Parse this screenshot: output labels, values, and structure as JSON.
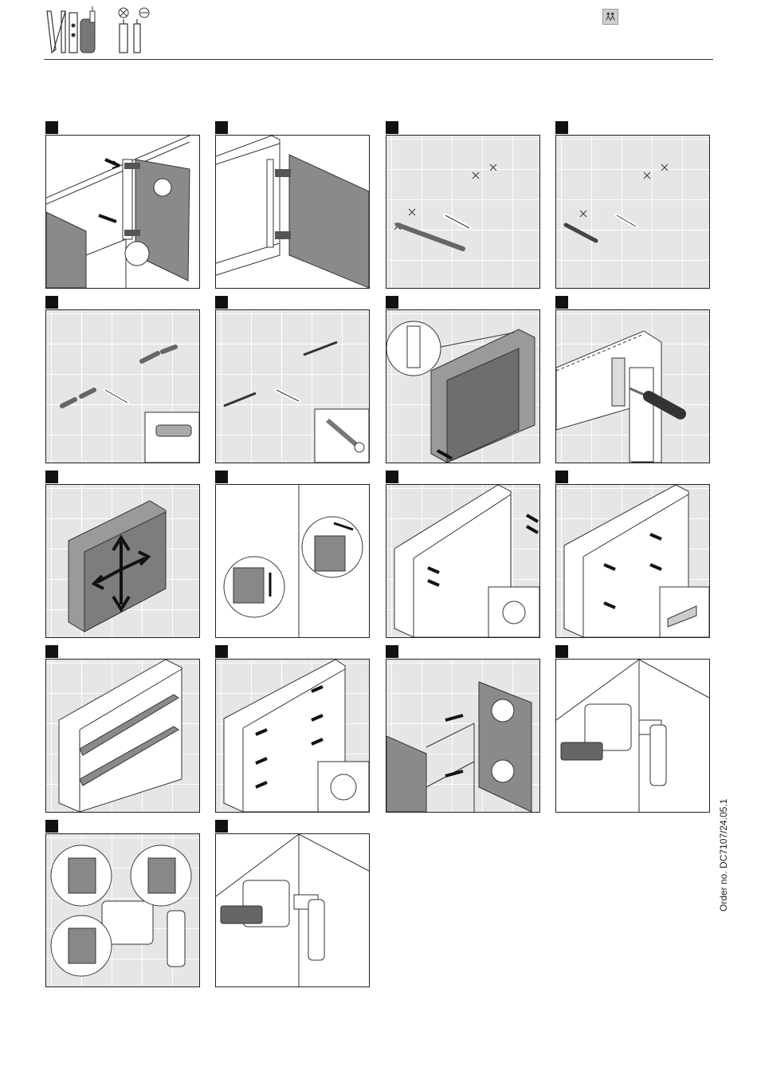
{
  "steps": [
    {
      "number": "",
      "illustration": "door-hinge-attach"
    },
    {
      "number": "",
      "illustration": "door-hinged-cabinet"
    },
    {
      "number": "",
      "illustration": "wall-marking-drill-pencil"
    },
    {
      "number": "",
      "illustration": "wall-drilling"
    },
    {
      "number": "",
      "illustration": "wall-plugs-inserted"
    },
    {
      "number": "",
      "illustration": "wall-screws-fixed"
    },
    {
      "number": "",
      "illustration": "cabinet-hang-on-wall"
    },
    {
      "number": "",
      "illustration": "screwdriver-adjust-bracket"
    },
    {
      "number": "",
      "illustration": "cabinet-position-adjust"
    },
    {
      "number": "",
      "illustration": "shelf-support-adjust"
    },
    {
      "number": "",
      "illustration": "shelf-pins-insert"
    },
    {
      "number": "",
      "illustration": "shelf-support-brackets"
    },
    {
      "number": "",
      "illustration": "glass-shelves-placed"
    },
    {
      "number": "",
      "illustration": "shelf-stoppers-insert"
    },
    {
      "number": "",
      "illustration": "door-mount-final"
    },
    {
      "number": "",
      "illustration": "hinge-cover-clip"
    },
    {
      "number": "",
      "illustration": "hinge-3d-adjust"
    },
    {
      "number": "",
      "illustration": "hinge-cover-clip-repeat"
    }
  ],
  "header": {
    "tool_icons": [
      "spirit-level-icon",
      "drill-icon",
      "screwdriver-cross-icon",
      "screwdriver-flat-icon"
    ],
    "badge_icon": "two-person-assembly-icon"
  },
  "order_number": "Order no. DC7107/24.05.1"
}
